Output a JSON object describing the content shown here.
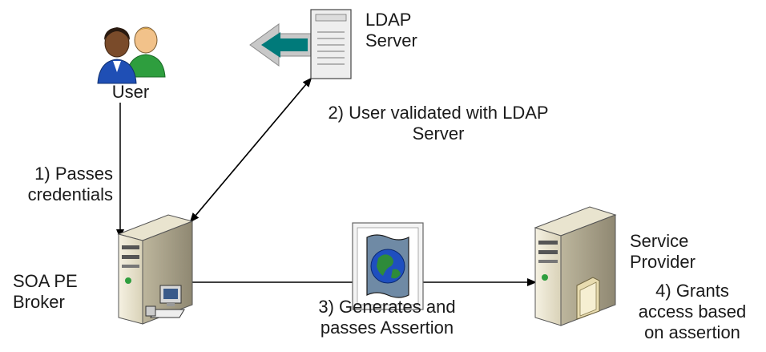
{
  "nodes": {
    "user": {
      "label": "User"
    },
    "ldap": {
      "label_line1": "LDAP",
      "label_line2": "Server"
    },
    "broker": {
      "label_line1": "SOA PE",
      "label_line2": "Broker"
    },
    "provider": {
      "label_line1": "Service",
      "label_line2": "Provider"
    }
  },
  "steps": {
    "step1": {
      "line1": "1) Passes",
      "line2": "credentials"
    },
    "step2": {
      "line1": "2) User validated with LDAP",
      "line2": "Server"
    },
    "step3": {
      "line1": "3) Generates and",
      "line2": "passes Assertion"
    },
    "step4": {
      "line1": "4) Grants",
      "line2": "access based",
      "line3": "on assertion"
    }
  },
  "colors": {
    "line": "#000000",
    "server_body": "#ece7d3",
    "server_shade": "#a7a08a",
    "ldap_teal": "#007a7a",
    "ldap_arrow": "#c8c8c8",
    "globe_blue": "#1f4fbf",
    "globe_green": "#2e8b3a",
    "user_green": "#2e9e3e",
    "user_blue": "#1f4fb5"
  },
  "icons": [
    "users-icon",
    "ldap-server-icon",
    "broker-server-icon",
    "workstation-icon",
    "assertion-document-icon",
    "provider-server-icon",
    "folder-icon"
  ]
}
